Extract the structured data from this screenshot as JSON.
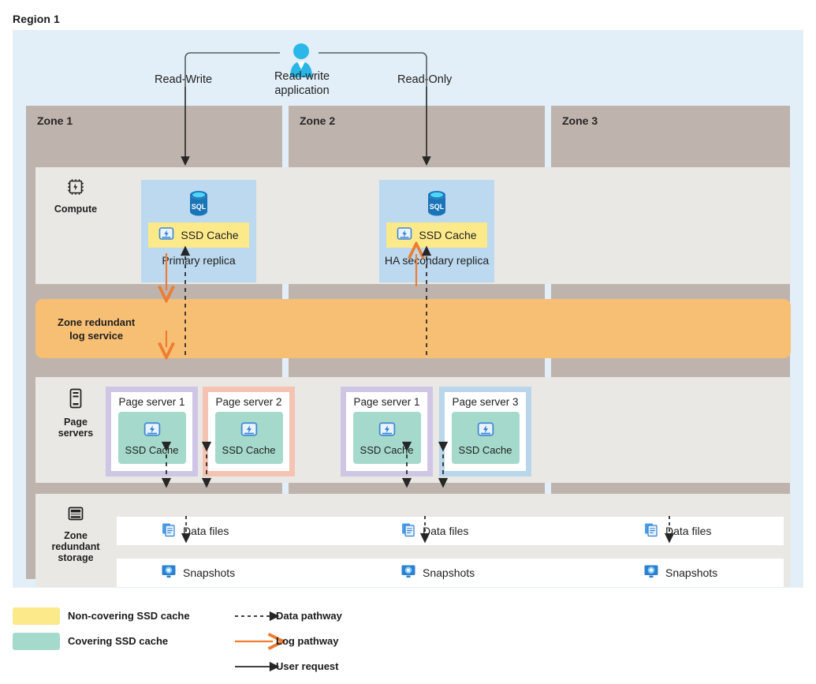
{
  "region": {
    "title": "Region 1"
  },
  "application": {
    "caption": "Read-write\napplication",
    "icon": "person-icon",
    "left_connector_label": "Read-Write",
    "right_connector_label": "Read-Only"
  },
  "zones": [
    {
      "name": "Zone 1"
    },
    {
      "name": "Zone 2"
    },
    {
      "name": "Zone 3"
    }
  ],
  "rails": {
    "compute": {
      "label": "Compute",
      "icon": "cpu-chip-icon"
    },
    "page_servers": {
      "label": "Page\nservers",
      "icon": "server-rack-icon"
    },
    "storage": {
      "label": "Zone\nredundant\nstorage",
      "icon": "storage-stack-icon"
    }
  },
  "log_service": {
    "label": "Zone redundant\nlog service",
    "color": "#f7bf74"
  },
  "replicas": [
    {
      "caption": "Primary replica",
      "cache_label": "SSD Cache",
      "cache_type": "non-covering",
      "cache_color": "#fbe98a",
      "zone": "Zone 1",
      "db_icon": "sql-database-icon"
    },
    {
      "caption": "HA secondary replica",
      "cache_label": "SSD Cache",
      "cache_type": "non-covering",
      "cache_color": "#fbe98a",
      "zone": "Zone 2",
      "db_icon": "sql-database-icon"
    }
  ],
  "page_servers": [
    {
      "title": "Page server 1",
      "cache_label": "SSD Cache",
      "border_color": "#cfc6e6",
      "cache_color": "#a5d9cb",
      "zone": "Zone 1"
    },
    {
      "title": "Page server 2",
      "cache_label": "SSD Cache",
      "border_color": "#f5c3b2",
      "cache_color": "#a5d9cb",
      "zone": "Zone 1"
    },
    {
      "title": "Page server 1",
      "cache_label": "SSD Cache",
      "border_color": "#cfc6e6",
      "cache_color": "#a5d9cb",
      "zone": "Zone 2"
    },
    {
      "title": "Page server 3",
      "cache_label": "SSD Cache",
      "border_color": "#b9d6ec",
      "cache_color": "#a5d9cb",
      "zone": "Zone 2"
    }
  ],
  "storage_rows": [
    {
      "label": "Data files",
      "icon": "documents-icon",
      "instances": 3
    },
    {
      "label": "Snapshots",
      "icon": "snapshot-monitor-icon",
      "instances": 3
    }
  ],
  "legend": {
    "swatches": [
      {
        "label": "Non-covering SSD cache",
        "color": "#fbe98a"
      },
      {
        "label": "Covering SSD cache",
        "color": "#a5d9cb"
      }
    ],
    "lines": [
      {
        "label": "Data pathway",
        "style": "dashed",
        "color": "#262626"
      },
      {
        "label": "Log pathway",
        "style": "solid",
        "color": "#ed7d31"
      },
      {
        "label": "User request",
        "style": "solid",
        "color": "#262626"
      }
    ]
  },
  "colors": {
    "region_bg": "#e3eff8",
    "zone_col": "#beb4ad",
    "band_bg": "#e9e8e5",
    "replica_bg": "#bcd9ef",
    "log_bar": "#f7bf74",
    "log_arrow": "#ed7d31",
    "data_arrow": "#262626"
  }
}
